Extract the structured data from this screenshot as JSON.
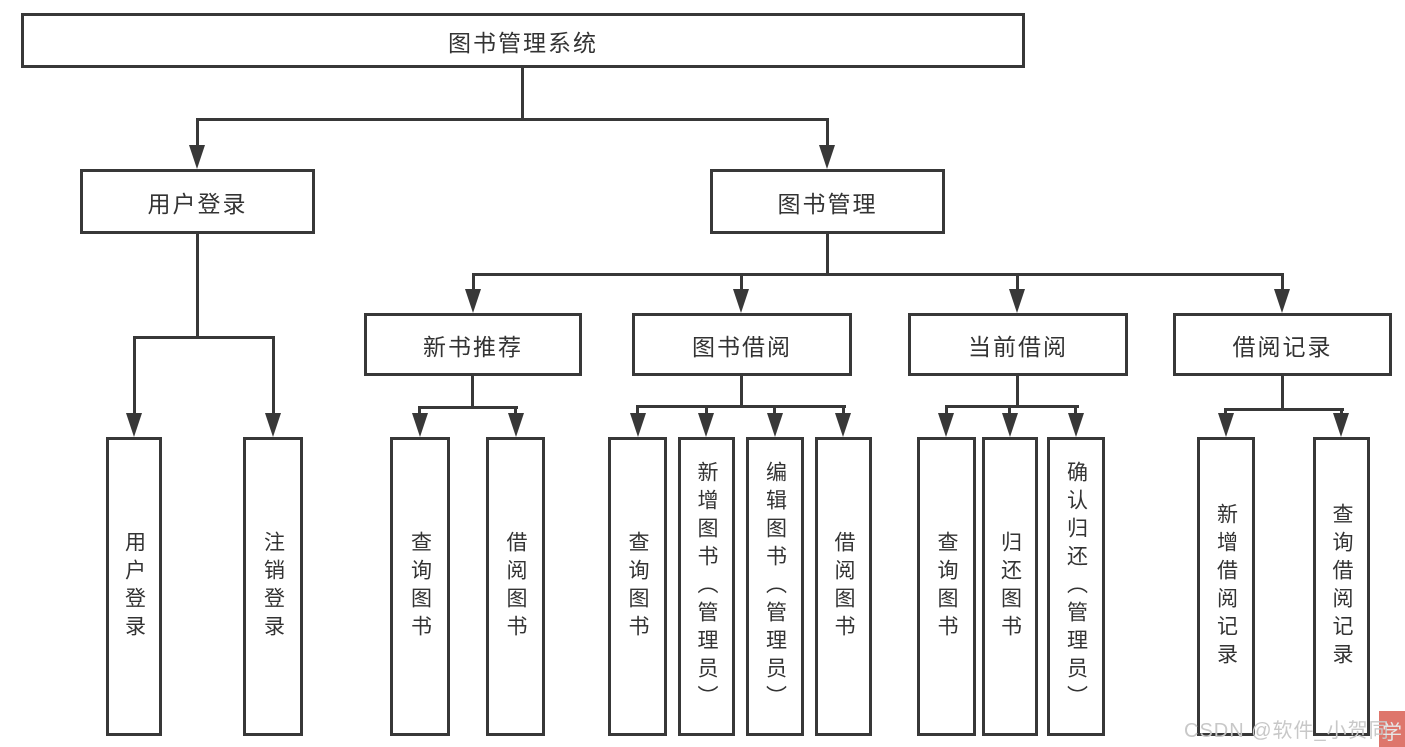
{
  "diagram": {
    "root": {
      "label": "图书管理系统"
    },
    "level2": [
      {
        "label": "用户登录"
      },
      {
        "label": "图书管理"
      }
    ],
    "level3": [
      {
        "label": "新书推荐"
      },
      {
        "label": "图书借阅"
      },
      {
        "label": "当前借阅"
      },
      {
        "label": "借阅记录"
      }
    ],
    "leaves": {
      "user_login": [
        "用户登录",
        "注销登录"
      ],
      "new_book": [
        "查询图书",
        "借阅图书"
      ],
      "book_borrow": [
        "查询图书",
        "新增图书（管理员）",
        "编辑图书（管理员）",
        "借阅图书"
      ],
      "current_borrow": [
        "查询图书",
        "归还图书",
        "确认归还（管理员）"
      ],
      "borrow_record": [
        "新增借阅记录",
        "查询借阅记录"
      ]
    }
  },
  "watermark": {
    "prefix": "CSDN @软件_小贺同",
    "accent_char": "学"
  },
  "colors": {
    "line": "#383838",
    "text": "#333333",
    "background": "#ffffff",
    "watermark_text": "#c8c8c8",
    "watermark_accent": "#de766c"
  }
}
